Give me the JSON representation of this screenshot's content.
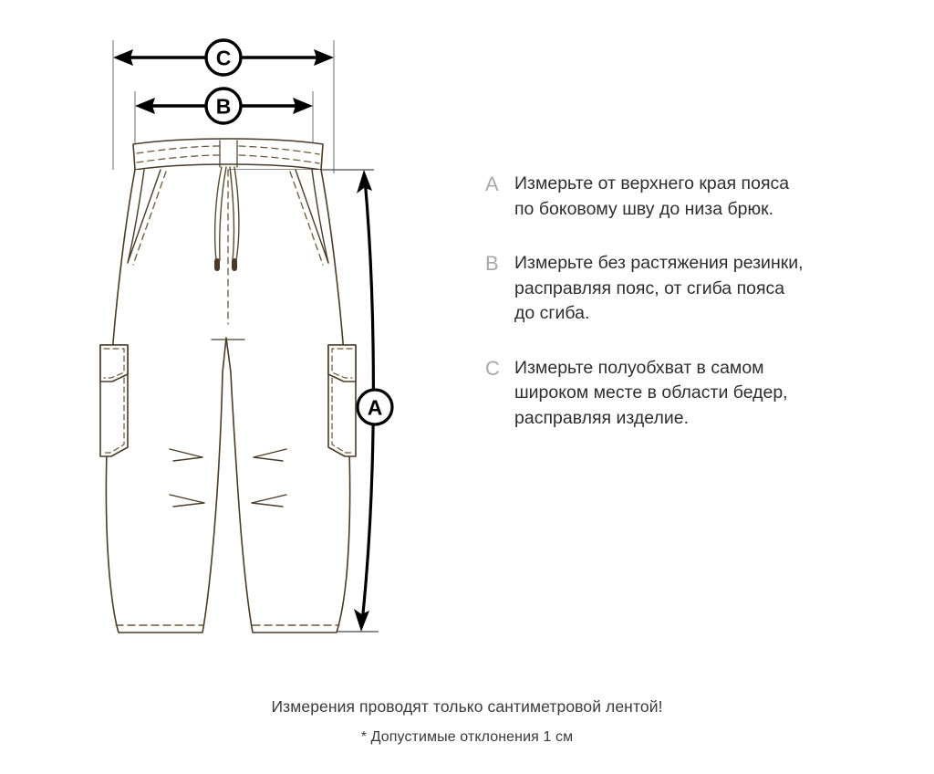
{
  "diagram": {
    "title": "pants-measurement-diagram",
    "garment": "sweatpants-cargo-technical-flat",
    "dimension_markers": [
      {
        "id": "C",
        "label": "C",
        "orientation": "horizontal",
        "position": "top-outer",
        "icon": "double-arrow-horizontal"
      },
      {
        "id": "B",
        "label": "B",
        "orientation": "horizontal",
        "position": "top-inner",
        "icon": "double-arrow-horizontal"
      },
      {
        "id": "A",
        "label": "A",
        "orientation": "vertical",
        "position": "right-side",
        "icon": "double-arrow-vertical-curved"
      }
    ],
    "colors": {
      "garment_outline": "#4a3b28",
      "stitching_dashed": "#6b5838",
      "extension_line": "#8a8a8a",
      "arrow": "#000000",
      "background": "#ffffff",
      "legend_letter": "#a8a8a8",
      "text": "#2e2e2e"
    }
  },
  "legend": {
    "items": [
      {
        "letter": "A",
        "text": "Измерьте от верхнего края пояса\nпо боковому шву до низа брюк."
      },
      {
        "letter": "B",
        "text": "Измерьте без растяжения резинки,\nрасправляя пояс, от сгиба пояса\nдо сгиба."
      },
      {
        "letter": "C",
        "text": "Измерьте полуобхват в самом\nшироком месте в области бедер,\nрасправляя изделие."
      }
    ]
  },
  "footer": {
    "main": "Измерения проводят только сантиметровой лентой!",
    "sub": "* Допустимые отклонения 1 см"
  }
}
